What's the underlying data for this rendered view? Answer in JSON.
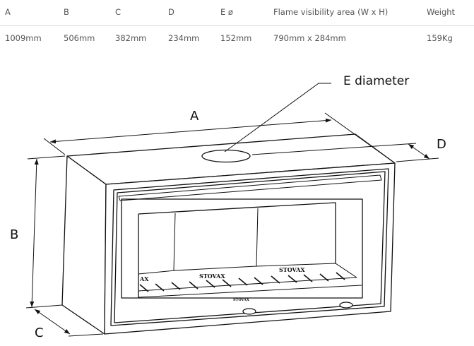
{
  "table": {
    "headers": [
      "A",
      "B",
      "C",
      "D",
      "E ø",
      "Flame visibility area (W x H)",
      "Weight"
    ],
    "values": [
      "1009mm",
      "506mm",
      "382mm",
      "234mm",
      "152mm",
      "790mm x 284mm",
      "159Kg"
    ]
  },
  "diagram": {
    "labels": {
      "a": "A",
      "b": "B",
      "c": "C",
      "d": "D",
      "e": "E diameter"
    },
    "brand": "STOVAX",
    "brand_partial": "AX"
  }
}
